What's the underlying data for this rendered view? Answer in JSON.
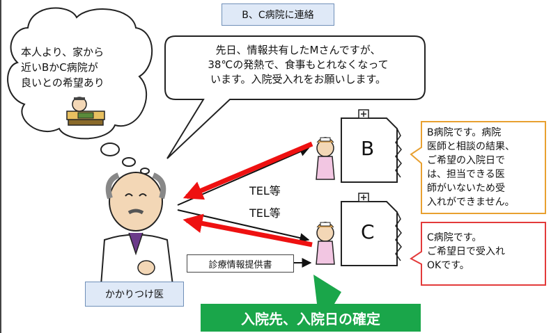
{
  "top_label": "B、C病院に連絡",
  "patient_bubble": "本人より、家から\n近いBかC病院が\n良いとの希望あり",
  "doctor_speech": "先日、情報共有したMさんですが、\n38℃の発熱で、食事もとれなくなって\nいます。入院受入れをお願いします。",
  "tel_labels": [
    "TEL等",
    "TEL等"
  ],
  "hospital_letters": [
    "B",
    "C"
  ],
  "b_reply": "B病院です。病院\n医師と相談の結果、\nご希望の入院日で\nは、担当できる医\n師がいないため受\n入れができません。",
  "c_reply": "C病院です。\nご希望日で受入れ\nOKです。",
  "referral_doc": "診療情報提供書",
  "doctor_label": "かかりつけ医",
  "result_banner": "入院先、入院日の確定",
  "colors": {
    "accent_green": "#1aa64a",
    "reject_orange": "#e8a030",
    "accept_red": "#e33a3a",
    "arrow_red": "#ee1111",
    "label_blue_fill": "#dfe9f7",
    "label_blue_border": "#6f8fb8",
    "nurse_pink": "#f2c6e2"
  },
  "icons": [
    "doctor-icon",
    "nurse-icon",
    "hospital-building-icon",
    "patient-icon"
  ]
}
